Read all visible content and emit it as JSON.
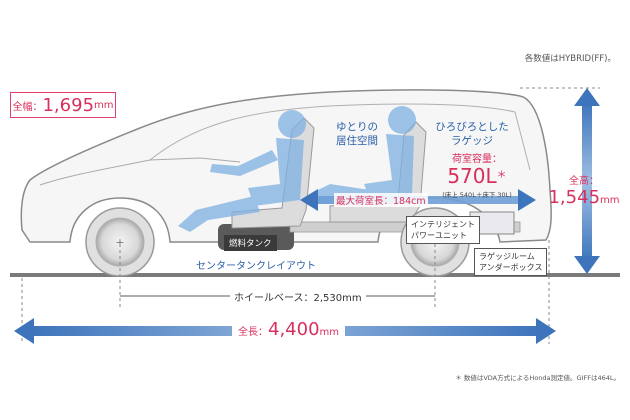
{
  "note_top": "各数値はHYBRID(FF)。",
  "note_bottom": "＊ 数値はVDA方式によるHonda測定値。GIFFは464L。",
  "width": {
    "label": "全幅：",
    "value": "1,695",
    "unit": "mm"
  },
  "height": {
    "label": "全高：",
    "value": "1,545",
    "unit": "mm"
  },
  "length": {
    "label": "全長：",
    "value": "4,400",
    "unit": "mm"
  },
  "wheelbase": {
    "label": "ホイールベース：",
    "value": "2,530",
    "unit": "mm"
  },
  "front_space": {
    "line1": "ゆとりの",
    "line2": "居住空間"
  },
  "rear_space": {
    "line1": "ひろびろとした",
    "line2": "ラゲッジ"
  },
  "luggage": {
    "label": "荷室容量：",
    "value": "570L",
    "mark": "＊",
    "sub": "(床上 540L＋床下 30L)"
  },
  "max_length": {
    "label": "最大荷室長：",
    "value": "184",
    "unit": "cm"
  },
  "fuel_tank": "燃料タンク",
  "center_tank": "センタータンクレイアウト",
  "ipu": {
    "line1": "インテリジェント",
    "line2": "パワーユニット"
  },
  "underbox": {
    "line1": "ラゲッジルーム",
    "line2": "アンダーボックス"
  },
  "colors": {
    "accent_red": "#d8305c",
    "brand_blue": "#2a6db0",
    "arrow_blue": "#4a7fc0"
  }
}
